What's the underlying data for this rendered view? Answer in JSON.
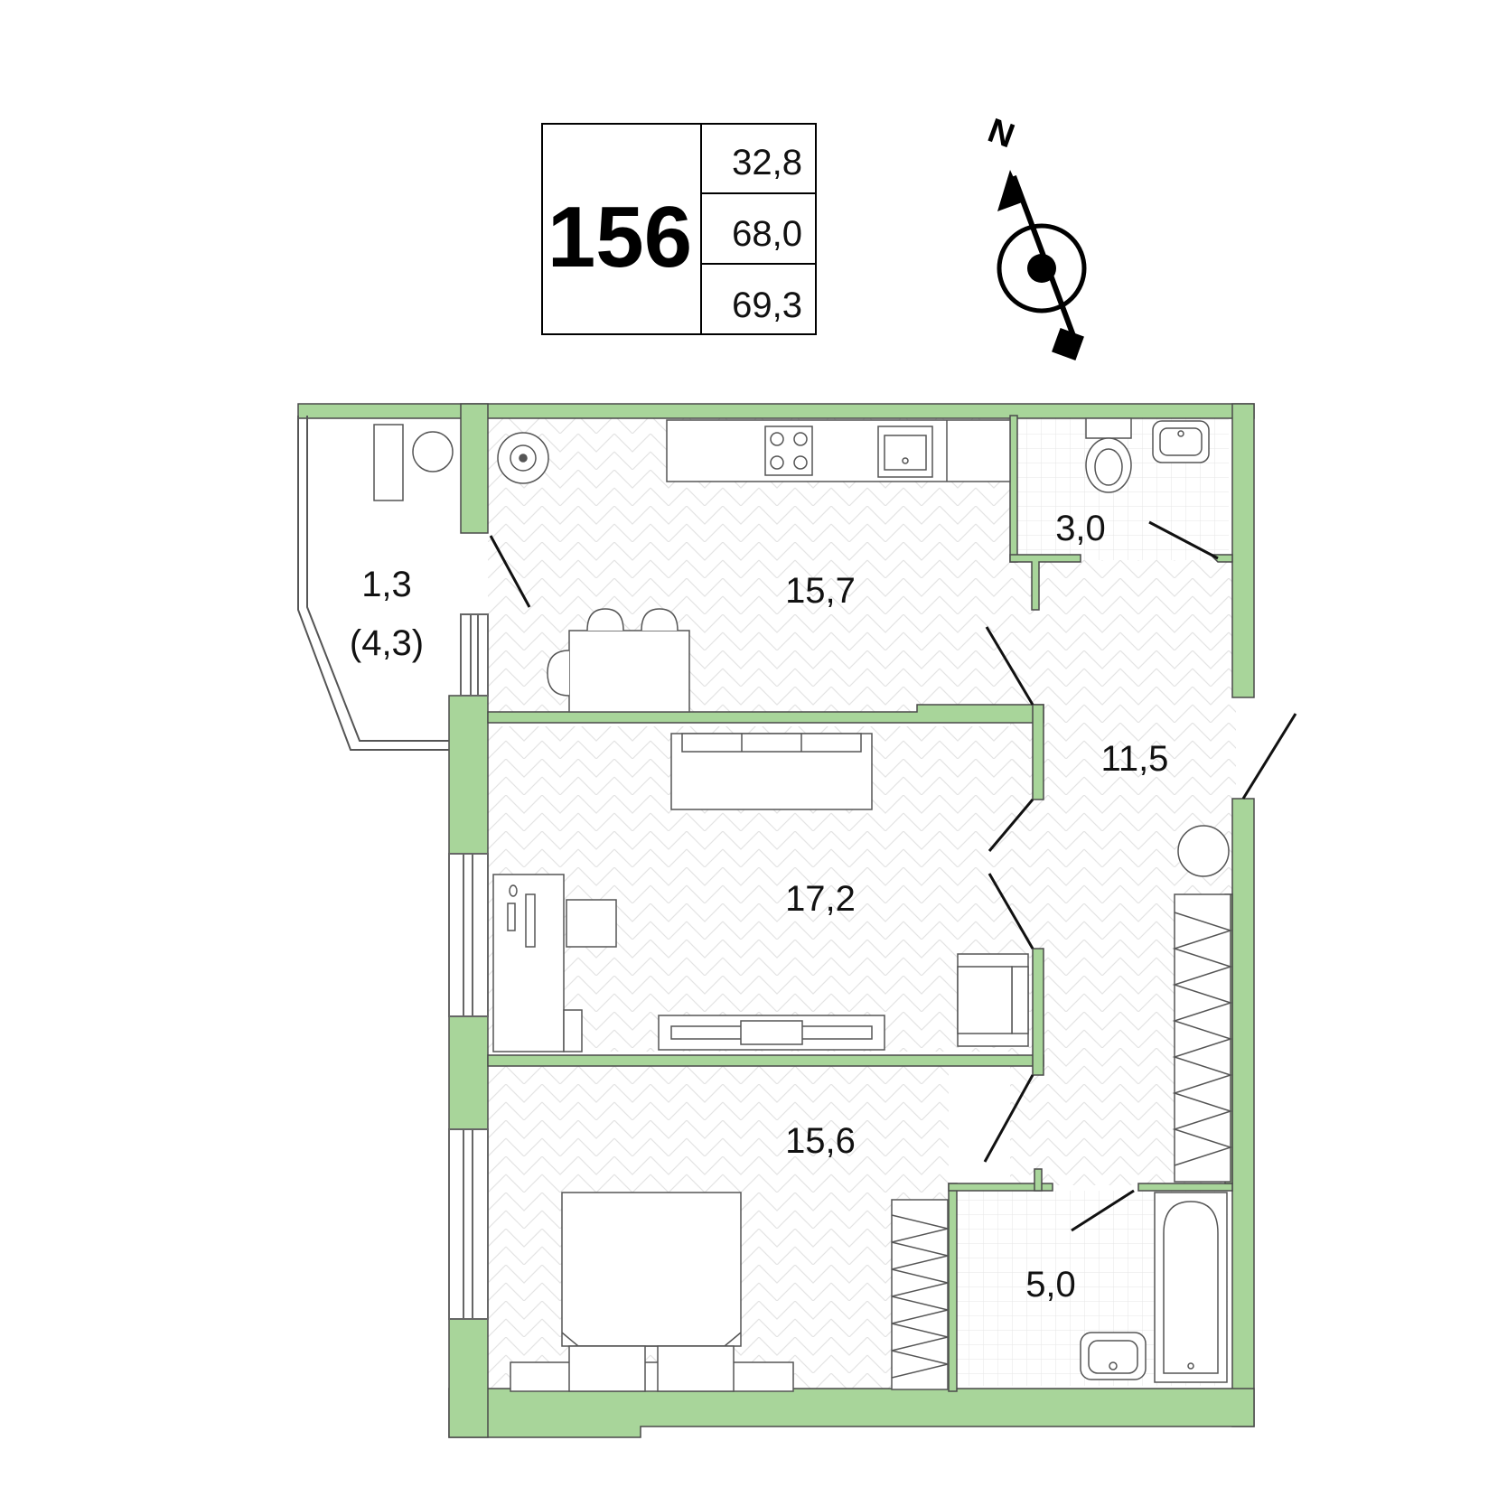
{
  "apartment": {
    "number": "156",
    "areas": [
      "32,8",
      "68,0",
      "69,3"
    ]
  },
  "compass": {
    "label": "N"
  },
  "rooms": {
    "balcony": {
      "area": "1,3",
      "area_full": "(4,3)"
    },
    "kitchen": {
      "area": "15,7"
    },
    "wc": {
      "area": "3,0"
    },
    "hall": {
      "area": "11,5"
    },
    "living": {
      "area": "17,2"
    },
    "bedroom": {
      "area": "15,6"
    },
    "bath": {
      "area": "5,0"
    }
  },
  "colors": {
    "wall": "#a8d59a",
    "wall_stroke": "#4a4a4a",
    "floor_pattern": "#d9d9d9",
    "furniture": "#555555"
  }
}
